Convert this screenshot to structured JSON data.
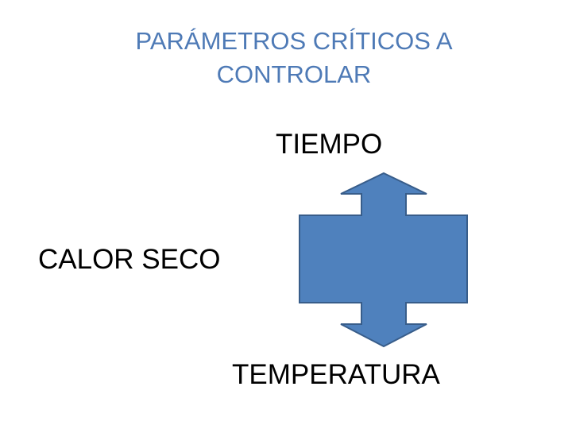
{
  "slide": {
    "title_line1": "PARÁMETROS CRÍTICOS A",
    "title_line2": "CONTROLAR"
  },
  "diagram": {
    "top_label": "TIEMPO",
    "left_label": "CALOR SECO",
    "bottom_label": "TEMPERATURA",
    "shape": {
      "type": "up-down-arrow-callout",
      "fill_color": "#4f81bd",
      "stroke_color": "#385d8a"
    }
  }
}
